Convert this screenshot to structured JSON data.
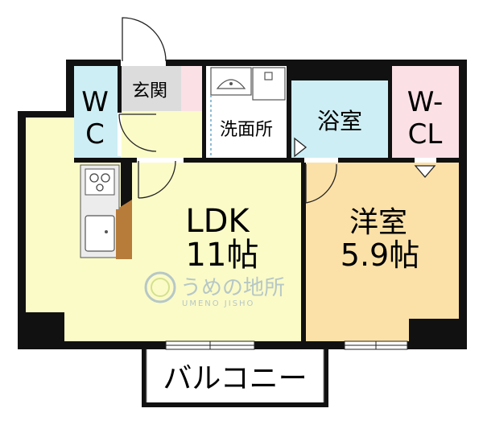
{
  "rooms": {
    "wc": {
      "line1": "W",
      "line2": "C",
      "color": "#cdeef4"
    },
    "genkan": {
      "label": "玄関",
      "color": "#dcdcdc"
    },
    "senmenjo": {
      "label": "洗面所",
      "color": "#ffffff"
    },
    "yokushitsu": {
      "label": "浴室",
      "color": "#cdeef4"
    },
    "wcl": {
      "line1": "W-",
      "line2": "CL",
      "color": "#fbe1e6"
    },
    "ldk": {
      "line1": "LDK",
      "line2": "11帖",
      "color": "#fbfbc8"
    },
    "yoshitsu": {
      "line1": "洋室",
      "line2": "5.9帖",
      "color": "#fbe1a8"
    },
    "balcony": {
      "label": "バルコニー",
      "color": "#ffffff"
    }
  },
  "watermark": {
    "name": "うめの地所",
    "roman": "UMENO JISHO",
    "color": "#9fb6c6"
  },
  "colors": {
    "wall": "#111111",
    "kitchen_wood": "#b87c3a",
    "kitchen_counter": "#ececec"
  }
}
